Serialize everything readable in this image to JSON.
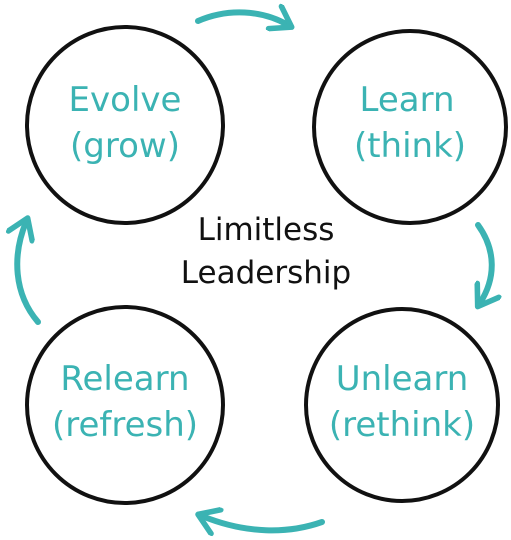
{
  "center": {
    "line1": "Limitless",
    "line2": "Leadership"
  },
  "nodes": [
    {
      "key": "evolve",
      "title": "Evolve",
      "subtitle": "(grow)"
    },
    {
      "key": "learn",
      "title": "Learn",
      "subtitle": "(think)"
    },
    {
      "key": "unlearn",
      "title": "Unlearn",
      "subtitle": "(rethink)"
    },
    {
      "key": "relearn",
      "title": "Relearn",
      "subtitle": "(refresh)"
    }
  ],
  "colors": {
    "accent": "#3bb3b3",
    "ink": "#111111",
    "background": "#ffffff"
  }
}
